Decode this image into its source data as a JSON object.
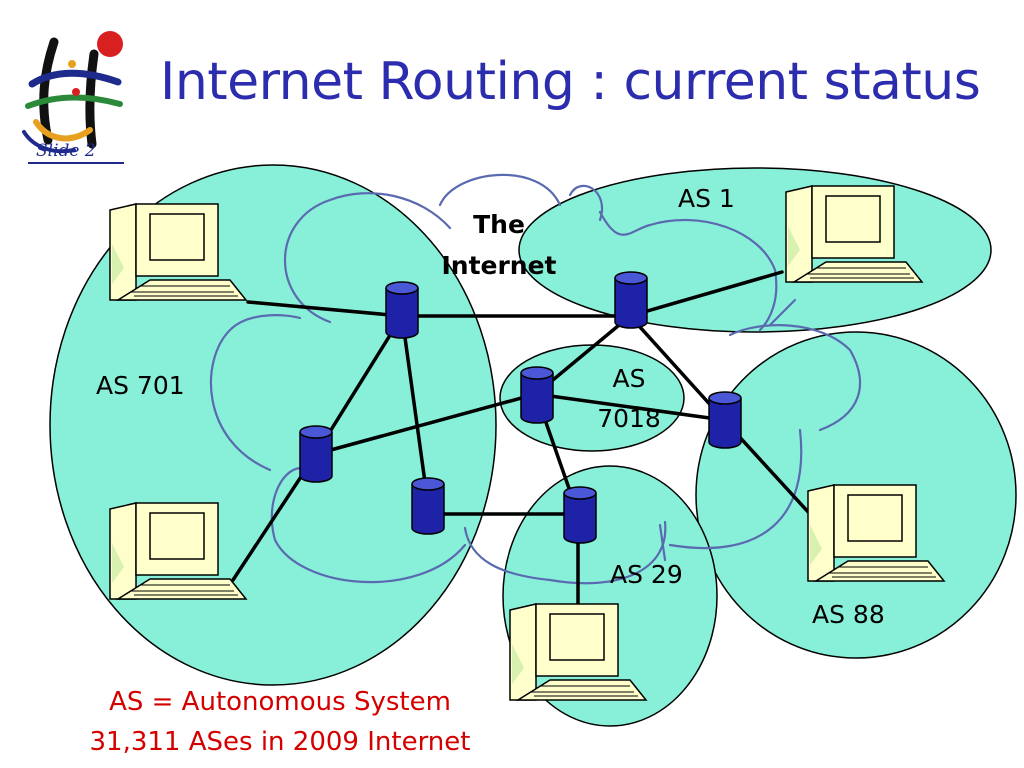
{
  "slide": {
    "title": "Internet Routing : current status",
    "logo_caption": "Slide 2"
  },
  "diagram": {
    "internet_label": [
      "The",
      "Internet"
    ],
    "as_labels": {
      "as1": "AS 1",
      "as701": "AS 701",
      "as7018_line1": "AS",
      "as7018_line2": "7018",
      "as29": "AS 29",
      "as88": "AS 88"
    }
  },
  "footnote": {
    "line1": "AS = Autonomous System",
    "line2": "31,311 ASes in 2009 Internet"
  },
  "colors": {
    "title": "#2c2cae",
    "as_fill": "#88f0d8",
    "cloud_stroke": "#5a6ab0",
    "router_fill": "#1e22a6",
    "link": "#000000",
    "footnote": "#d40000",
    "computer_fill": "#ffffcc"
  }
}
